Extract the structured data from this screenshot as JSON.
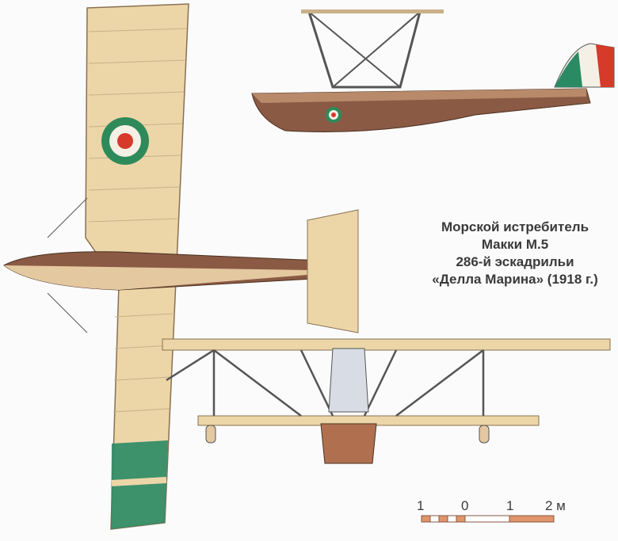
{
  "caption": {
    "line1": "Морской истребитель",
    "line2": "Макки М.5",
    "line3": "286-й эскадрильи",
    "line4": "«Делла Марина»  (1918 г.)"
  },
  "scale_bar": {
    "labels": [
      "1",
      "0",
      "1",
      "2 м"
    ],
    "color": "#e0946a"
  },
  "colors": {
    "wing": "#ecd6a8",
    "hull_brown": "#8a5a44",
    "roundel_green": "#2f8a5a",
    "roundel_red": "#d63a2a",
    "wingtip_green": "#2a8a64"
  }
}
